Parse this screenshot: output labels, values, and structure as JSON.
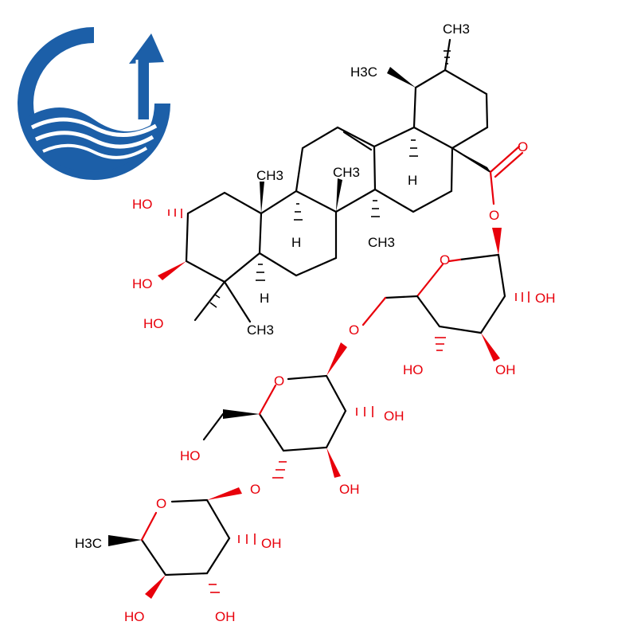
{
  "logo": {
    "icon": "wave-arrow-logo-icon",
    "color": "#1c5fa8"
  },
  "colors": {
    "bond": "#000000",
    "oxygen": "#e8000b",
    "logo": "#1c5fa8"
  },
  "labels": {
    "ch3_top": "CH3",
    "h3c_top": "H3C",
    "ch3_a": "CH3",
    "ch3_b": "CH3",
    "ch3_c": "CH3",
    "ch3_d": "CH3",
    "h_a": "H",
    "h_b": "H",
    "h_c": "H",
    "ho_1": "HO",
    "ho_2": "HO",
    "ho_3": "HO",
    "o_carbonyl": "O",
    "o_ester": "O",
    "o_ring1": "O",
    "oh_r1a": "OH",
    "ho_r1b": "HO",
    "oh_r1c": "OH",
    "o_link1": "O",
    "o_ring2": "O",
    "oh_r2a": "OH",
    "ho_r2b": "HO",
    "oh_r2c": "OH",
    "o_link2": "O",
    "o_ring3": "O",
    "h3c_r3": "H3C",
    "oh_r3a": "OH",
    "ho_r3b": "HO",
    "oh_r3c": "OH"
  }
}
